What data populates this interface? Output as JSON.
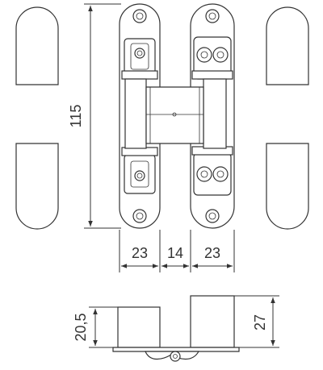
{
  "dimensions": {
    "height_total": "115",
    "width_left": "23",
    "width_middle": "14",
    "width_right": "23",
    "profile_left_height": "20,5",
    "profile_right_height": "27"
  },
  "colors": {
    "line": "#333333",
    "fill": "#ffffff"
  }
}
